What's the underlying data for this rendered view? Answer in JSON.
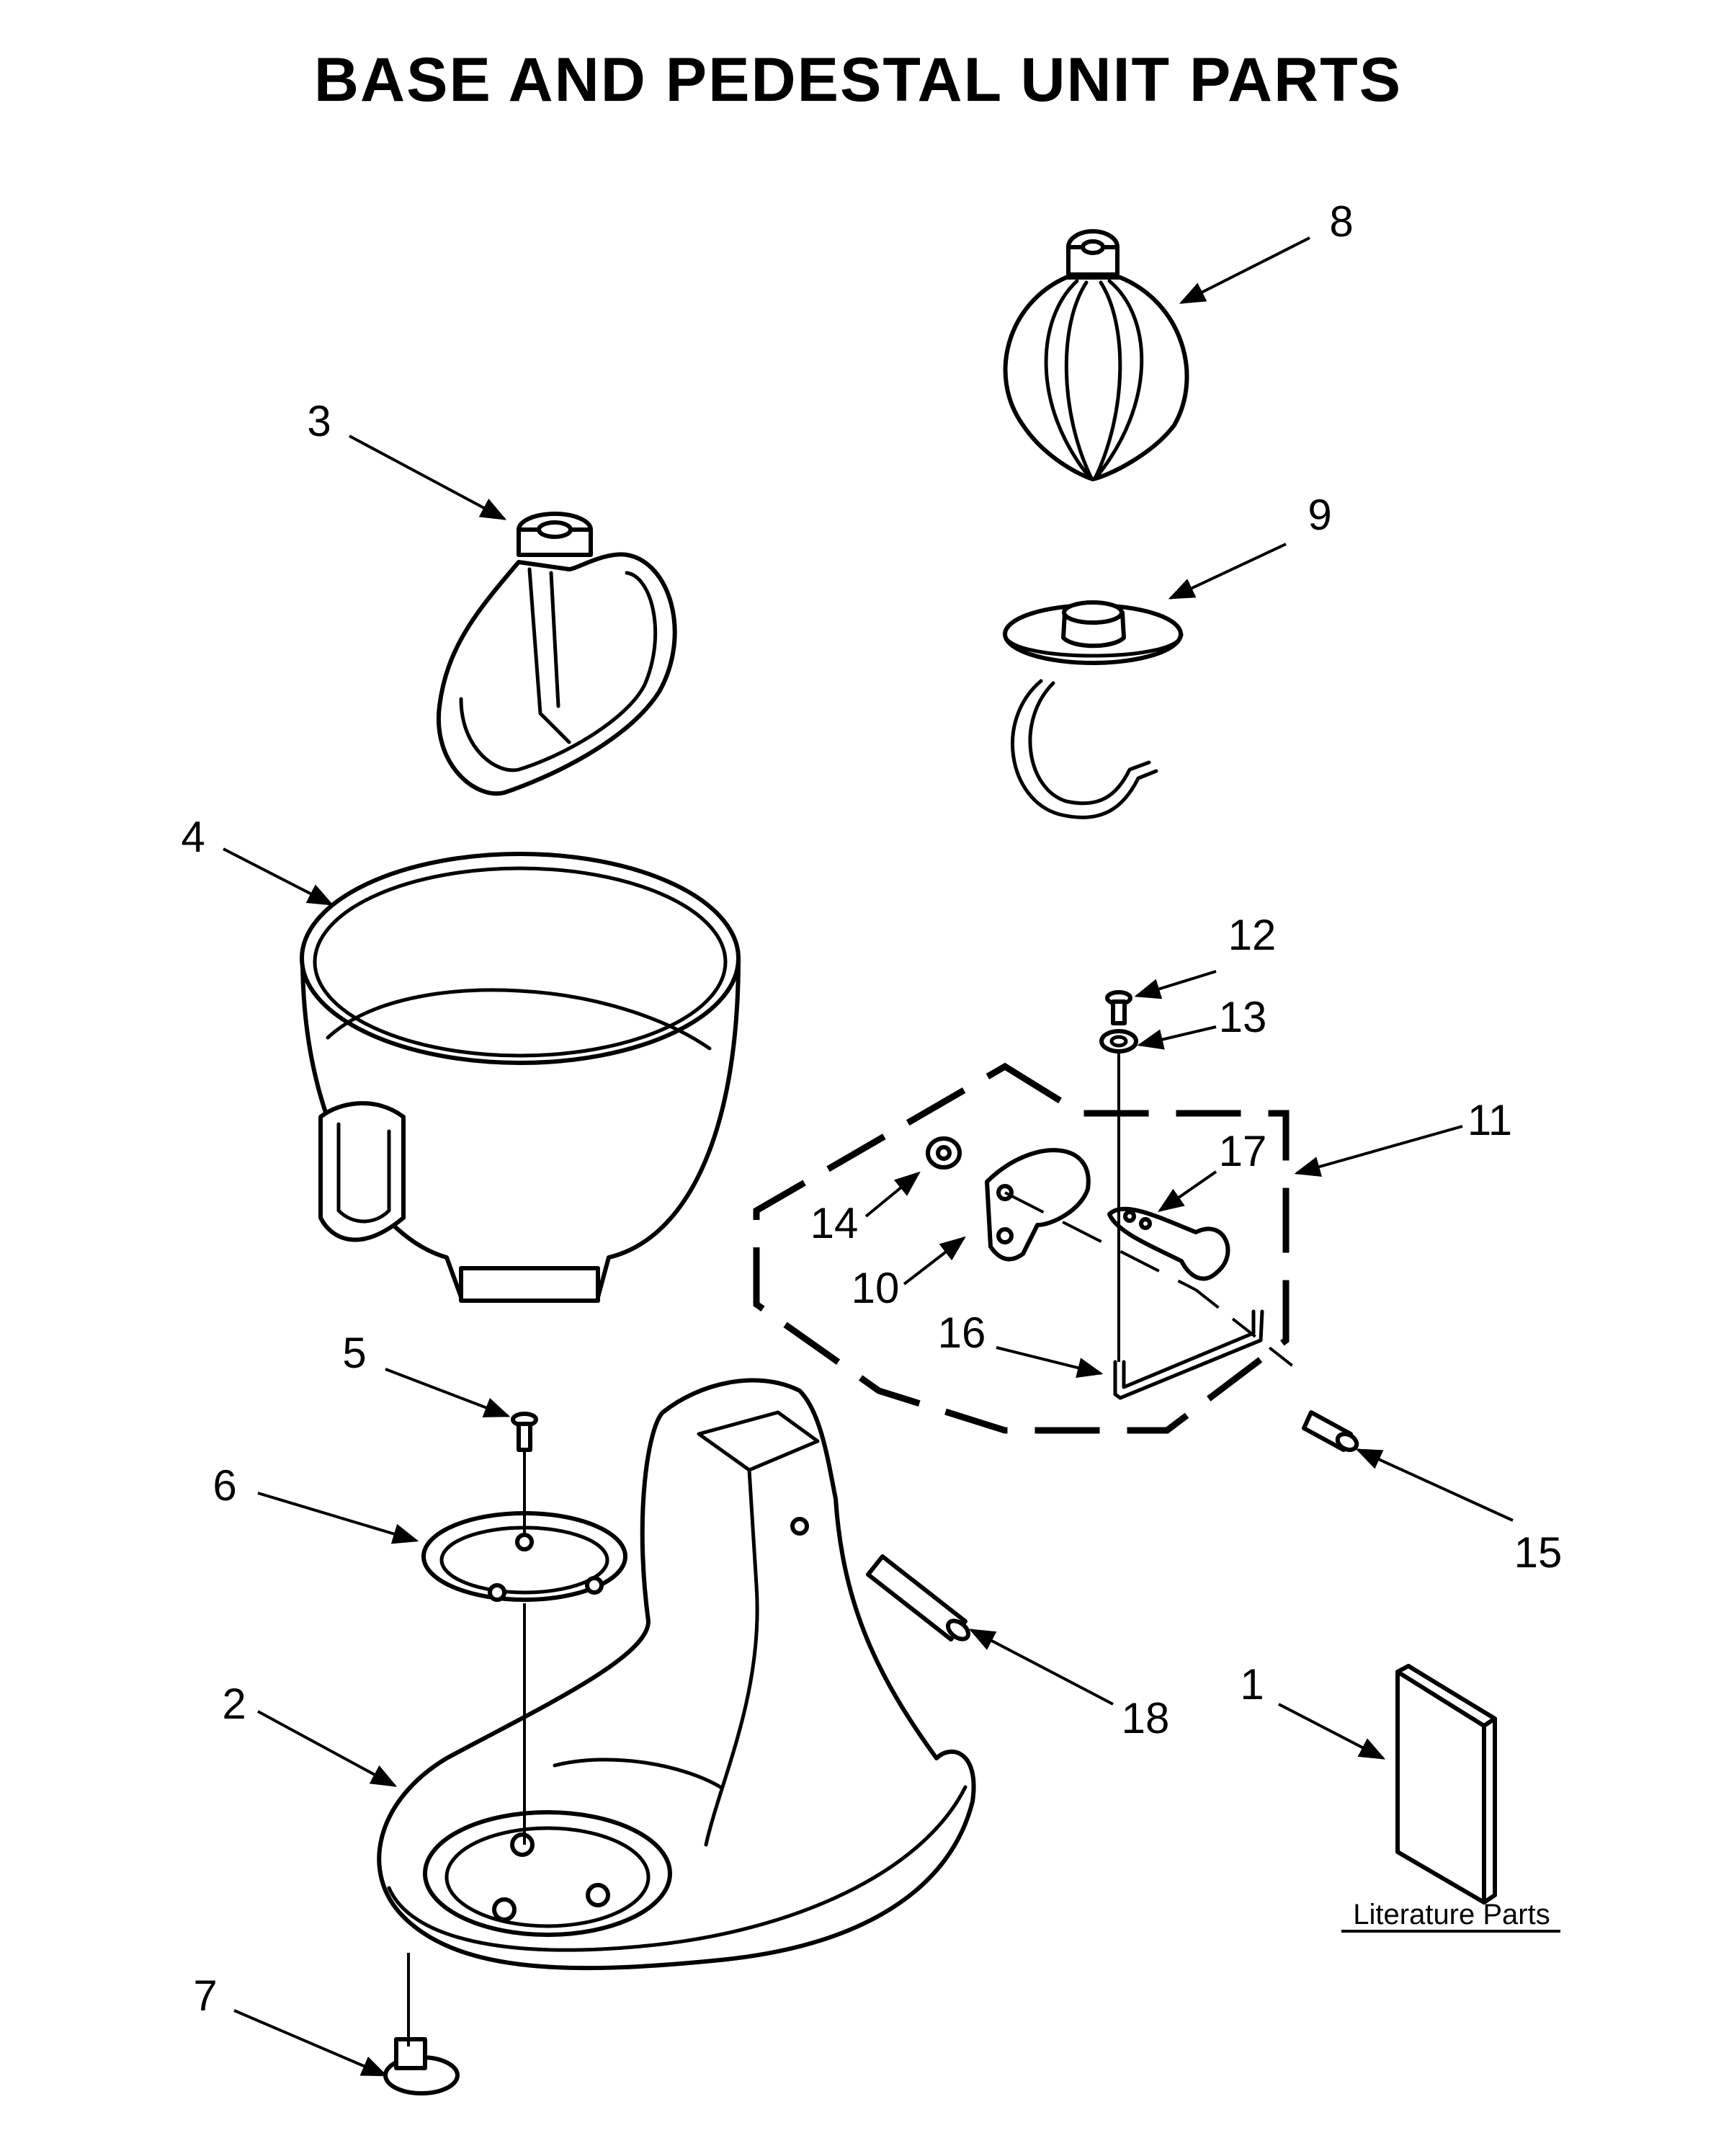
{
  "title": "BASE AND PEDESTAL UNIT PARTS",
  "literature_caption": "Literature Parts",
  "parts": [
    {
      "id": "p1",
      "number": "1"
    },
    {
      "id": "p2",
      "number": "2"
    },
    {
      "id": "p3",
      "number": "3"
    },
    {
      "id": "p4",
      "number": "4"
    },
    {
      "id": "p5",
      "number": "5"
    },
    {
      "id": "p6",
      "number": "6"
    },
    {
      "id": "p7",
      "number": "7"
    },
    {
      "id": "p8",
      "number": "8"
    },
    {
      "id": "p9",
      "number": "9"
    },
    {
      "id": "p10",
      "number": "10"
    },
    {
      "id": "p11",
      "number": "11"
    },
    {
      "id": "p12",
      "number": "12"
    },
    {
      "id": "p13",
      "number": "13"
    },
    {
      "id": "p14",
      "number": "14"
    },
    {
      "id": "p15",
      "number": "15"
    },
    {
      "id": "p16",
      "number": "16"
    },
    {
      "id": "p17",
      "number": "17"
    },
    {
      "id": "p18",
      "number": "18"
    }
  ]
}
